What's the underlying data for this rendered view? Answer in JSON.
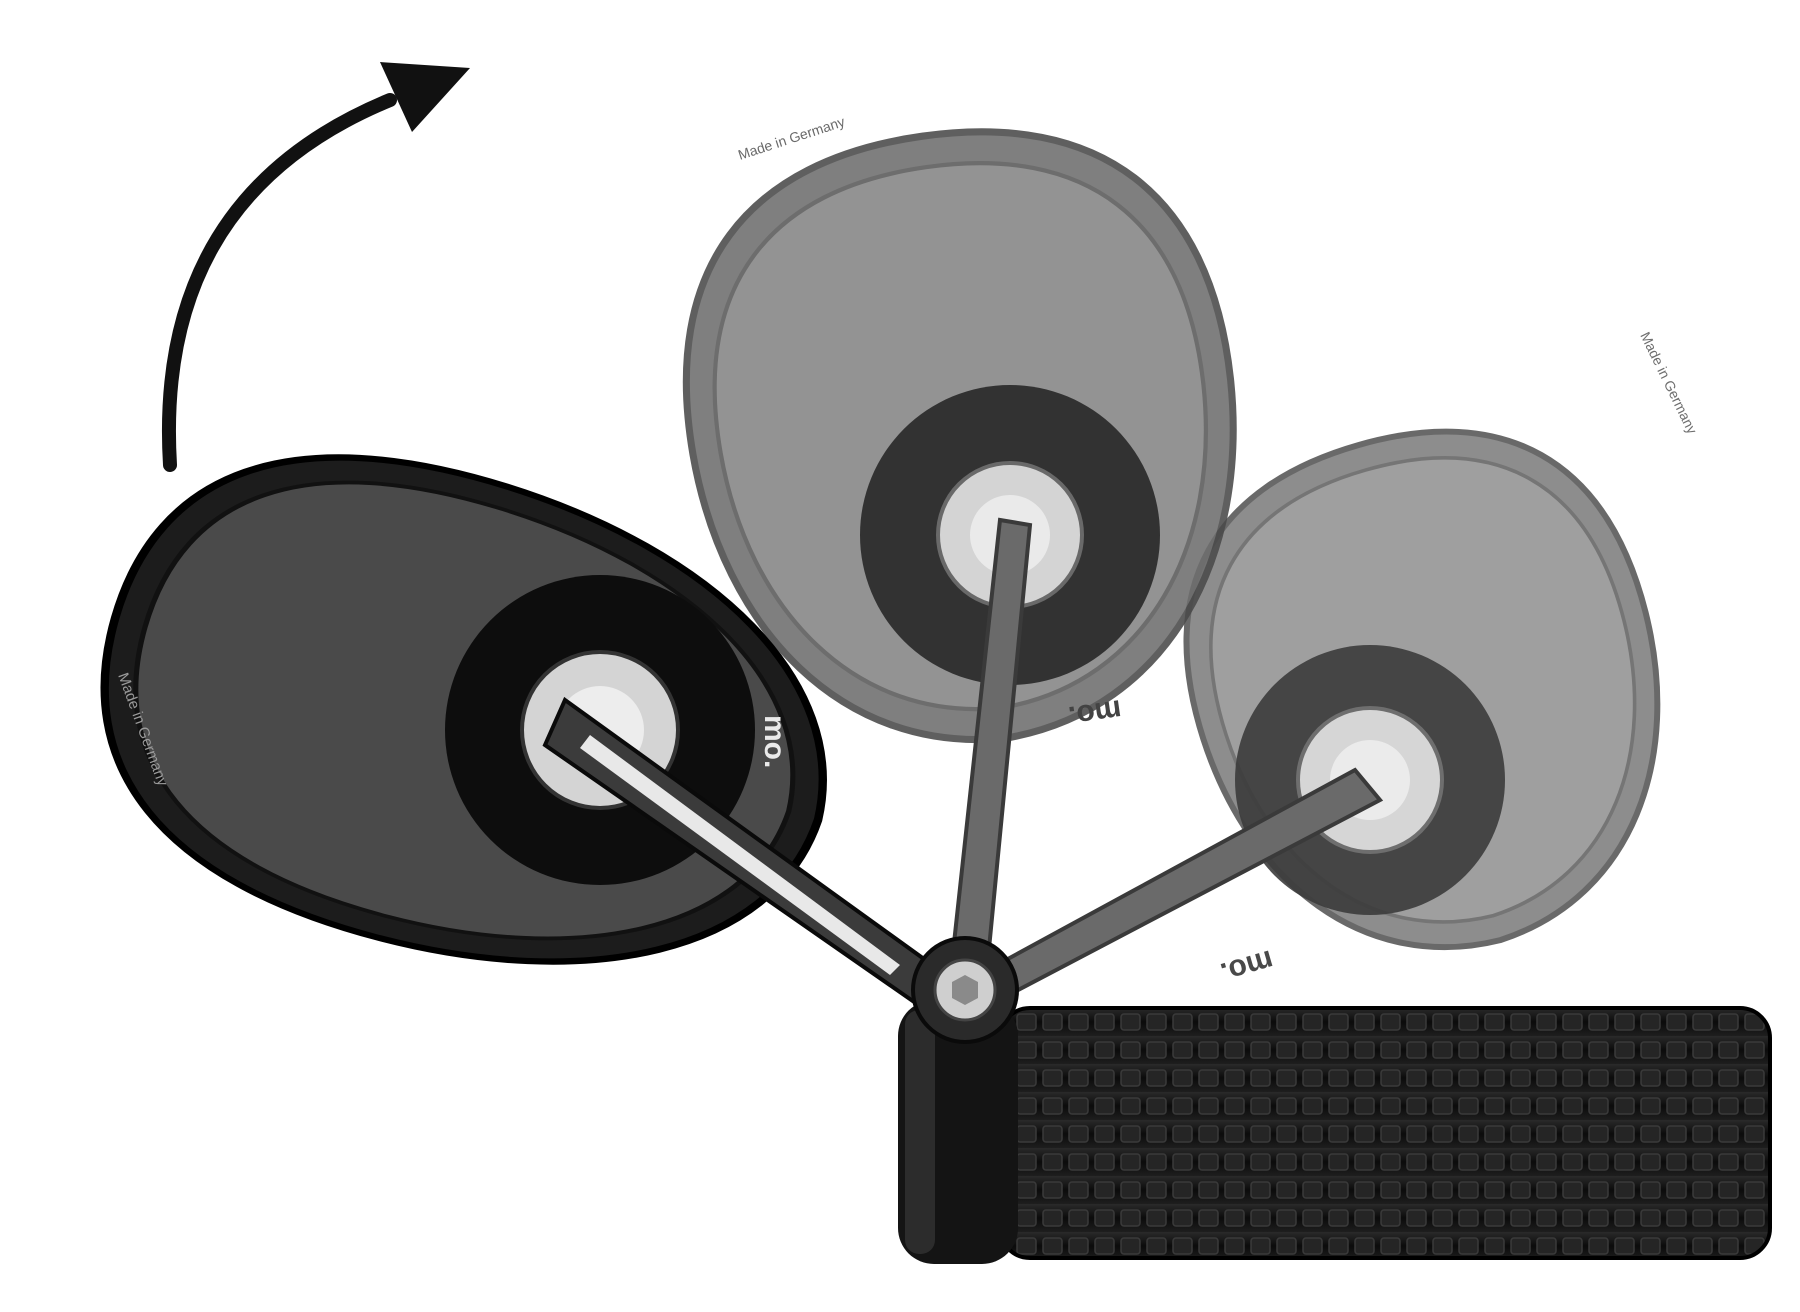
{
  "image": {
    "subject": "bar-end motorcycle mirror shown in three fold positions",
    "background_color": "#ffffff"
  },
  "mirrors": {
    "front": {
      "logo": "mo.",
      "inscription": "Made in Germany",
      "housing_color": "#1c1c1c",
      "glass_color": "#4a4a4a"
    },
    "middle": {
      "logo": "mo.",
      "inscription": "Made in Germany",
      "housing_color": "#6e6e6e",
      "glass_color": "#858585"
    },
    "back": {
      "logo": "mo.",
      "inscription": "Made in Germany",
      "housing_color": "#7a7a7a",
      "glass_color": "#8f8f8f"
    }
  },
  "arrow": {
    "icon": "curved-arrow-icon",
    "color": "#111111"
  },
  "grip": {
    "color": "#0d0d0d"
  }
}
